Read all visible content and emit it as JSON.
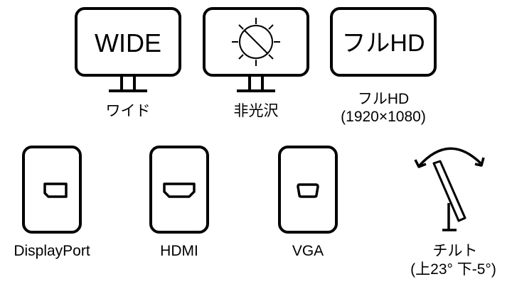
{
  "colors": {
    "stroke": "#000000",
    "background": "#ffffff"
  },
  "features": {
    "wide": {
      "screen_text": "WIDE",
      "label": "ワイド",
      "icon": "monitor-wide-icon"
    },
    "antiglare": {
      "label": "非光沢",
      "icon": "monitor-no-glare-icon"
    },
    "fullhd": {
      "screen_text": "フルHD",
      "label": "フルHD",
      "sublabel": "(1920×1080)",
      "icon": "fullhd-screen-icon"
    },
    "displayport": {
      "label": "DisplayPort",
      "icon": "displayport-icon"
    },
    "hdmi": {
      "label": "HDMI",
      "icon": "hdmi-icon"
    },
    "vga": {
      "label": "VGA",
      "icon": "vga-icon"
    },
    "tilt": {
      "label": "チルト",
      "sublabel": "(上23° 下-5°)",
      "icon": "tilt-icon"
    }
  }
}
